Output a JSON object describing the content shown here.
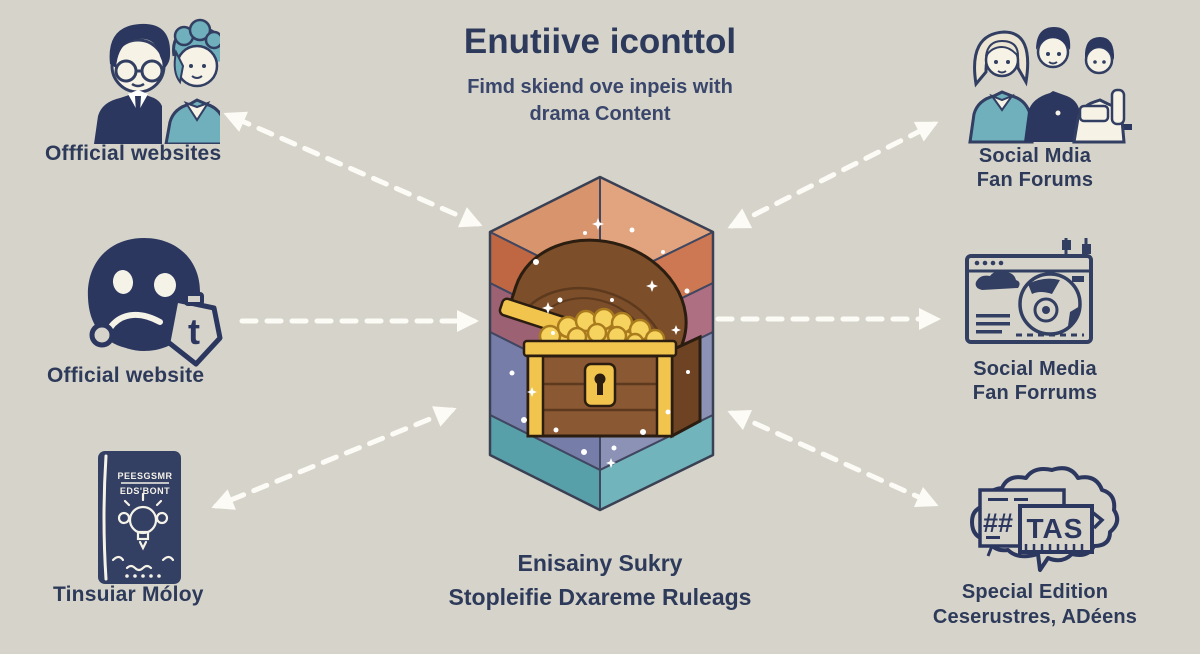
{
  "header": {
    "title": "Enutiive iconttol",
    "subtitle_line1": "Fimd skiend ove inpeis with",
    "subtitle_line2": "drama Content"
  },
  "left": {
    "top": {
      "icon": "couple-icon",
      "label": "Offficial websites"
    },
    "middle": {
      "icon": "mask-price-tag-icon",
      "label": "Official website",
      "badge_glyph": "t"
    },
    "bottom": {
      "icon": "idea-book-icon",
      "label": "Tinsuiar Móloy",
      "book_title_line1": "PEESGSMR",
      "book_title_line2": "EDS'BONT"
    }
  },
  "right": {
    "top": {
      "icon": "fan-group-icon",
      "label_line1": "Social Mdia",
      "label_line2": "Fan Forums"
    },
    "middle": {
      "icon": "browser-disc-icon",
      "label_line1": "Social Media",
      "label_line2": "Fan Forrums"
    },
    "bottom": {
      "icon": "cloud-tags-icon",
      "label_line1": "Special Edition",
      "label_line2": "Ceserustres, ADéens",
      "sign_text": "TAS",
      "back_card_text": "##"
    }
  },
  "center": {
    "illustration": "treasure-chest-in-layered-prism"
  },
  "footer": {
    "line1": "Enisainy Sukry",
    "line2": "Stopleifie Dxareme Ruleags"
  },
  "colors": {
    "background": "#d6d4ca",
    "text_navy": "#2e3a5a",
    "icon_navy": "#323e62",
    "icon_teal": "#6fb0bc",
    "icon_cream": "#f7f2e6",
    "arrow_white": "#fcfbf6",
    "prism_top": "#df9f79",
    "prism_orange": "#c9714b",
    "prism_mauve": "#a5687d",
    "prism_periwinkle": "#7e84ac",
    "prism_teal": "#64a9b1",
    "chest_wood": "#8a5832",
    "chest_gold": "#f2c54e"
  }
}
